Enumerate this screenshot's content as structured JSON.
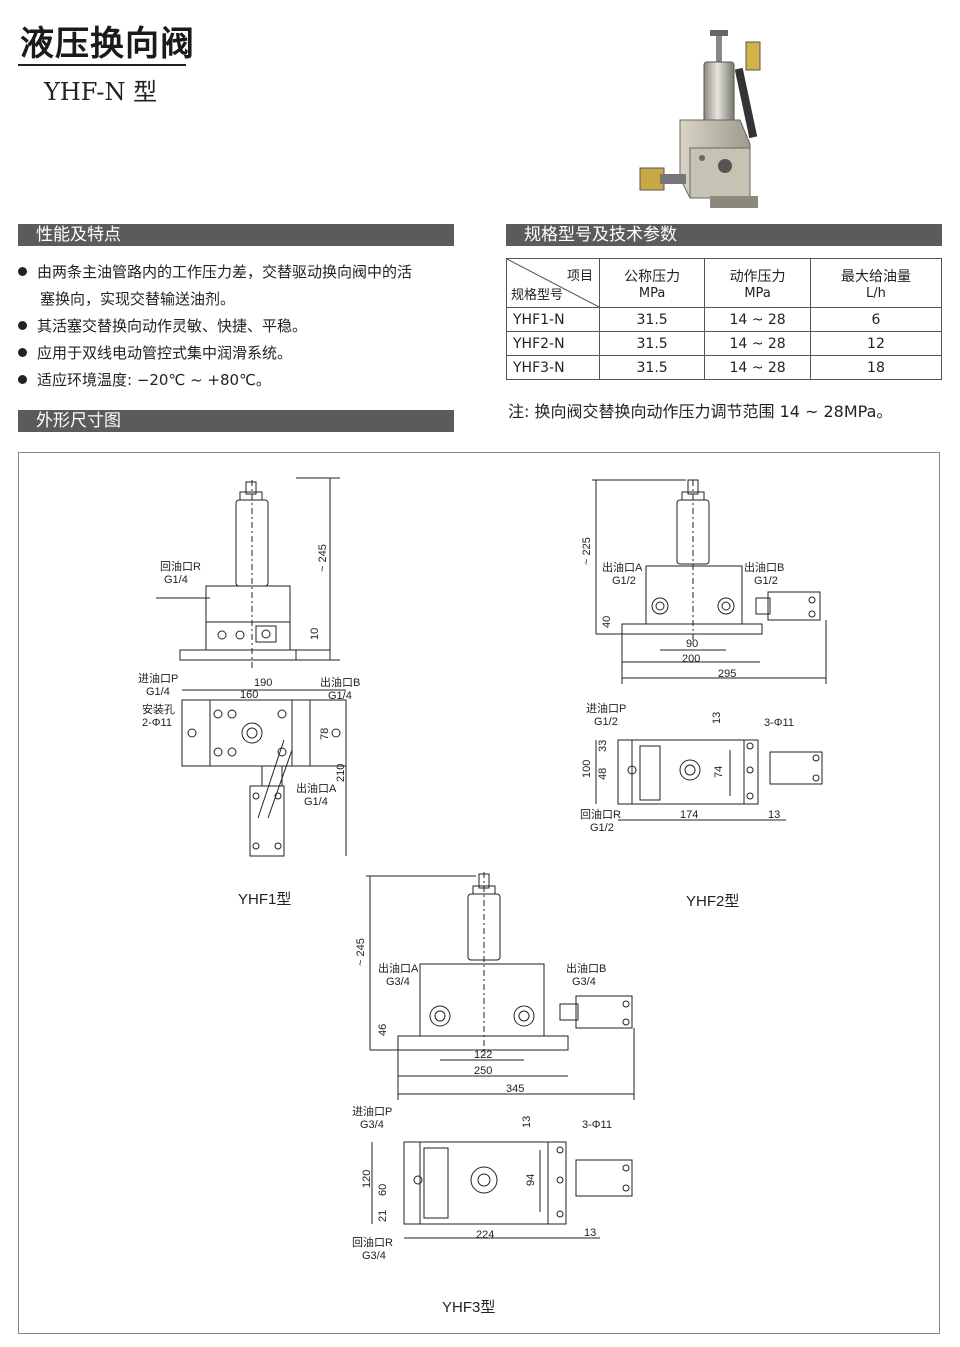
{
  "header": {
    "title": "液压换向阀",
    "subtitle": "YHF-N 型"
  },
  "sections": {
    "features": "性能及特点",
    "specs": "规格型号及技术参数",
    "dimensions": "外形尺寸图"
  },
  "features": [
    "由两条主油管路内的工作压力差，交替驱动换向阀中的活",
    "塞换向，实现交替输送油剂。",
    "其活塞交替换向动作灵敏、快捷、平稳。",
    "应用于双线电动管控式集中润滑系统。",
    "适应环境温度: −20℃ ~ +80℃。"
  ],
  "table": {
    "corner_top": "项目",
    "corner_bottom": "规格型号",
    "columns": [
      {
        "name": "公称压力",
        "unit": "MPa"
      },
      {
        "name": "动作压力",
        "unit": "MPa"
      },
      {
        "name": "最大给油量",
        "unit": "L/h"
      }
    ],
    "rows": [
      {
        "model": "YHF1-N",
        "nominal": "31.5",
        "action": "14 ~ 28",
        "max": "6"
      },
      {
        "model": "YHF2-N",
        "nominal": "31.5",
        "action": "14 ~ 28",
        "max": "12"
      },
      {
        "model": "YHF3-N",
        "nominal": "31.5",
        "action": "14 ~ 28",
        "max": "18"
      }
    ],
    "note": "注:  换向阀交替换向动作压力调节范围 14 ~ 28MPa。"
  },
  "drawings": {
    "yhf1": {
      "caption": "YHF1型",
      "return_port": "回油口R",
      "return_size": "G1/4",
      "in_port": "进油口P",
      "in_size": "G1/4",
      "mount": "安装孔",
      "mount_size": "2-Φ11",
      "out_b": "出油口B",
      "out_b_size": "G1/4",
      "out_a": "出油口A",
      "out_a_size": "G1/4",
      "d245": "~ 245",
      "d10": "10",
      "d190": "190",
      "d160": "160",
      "d78": "78",
      "d210": "210"
    },
    "yhf2": {
      "caption": "YHF2型",
      "out_a": "出油口A",
      "out_a_size": "G1/2",
      "out_b": "出油口B",
      "out_b_size": "G1/2",
      "in_port": "进油口P",
      "in_size": "G1/2",
      "return_port": "回油口R",
      "return_size": "G1/2",
      "holes": "3-Φ11",
      "d225": "~ 225",
      "d40": "40",
      "d90": "90",
      "d200": "200",
      "d295": "295",
      "d13a": "13",
      "d100": "100",
      "d33": "33",
      "d48": "48",
      "d74": "74",
      "d174": "174",
      "d13b": "13"
    },
    "yhf3": {
      "caption": "YHF3型",
      "out_a": "出油口A",
      "out_a_size": "G3/4",
      "out_b": "出油口B",
      "out_b_size": "G3/4",
      "in_port": "进油口P",
      "in_size": "G3/4",
      "return_port": "回油口R",
      "return_size": "G3/4",
      "holes": "3-Φ11",
      "d245": "~ 245",
      "d46": "46",
      "d122": "122",
      "d250": "250",
      "d345": "345",
      "d13a": "13",
      "d120": "120",
      "d60": "60",
      "d21": "21",
      "d94": "94",
      "d224": "224",
      "d13b": "13"
    }
  }
}
